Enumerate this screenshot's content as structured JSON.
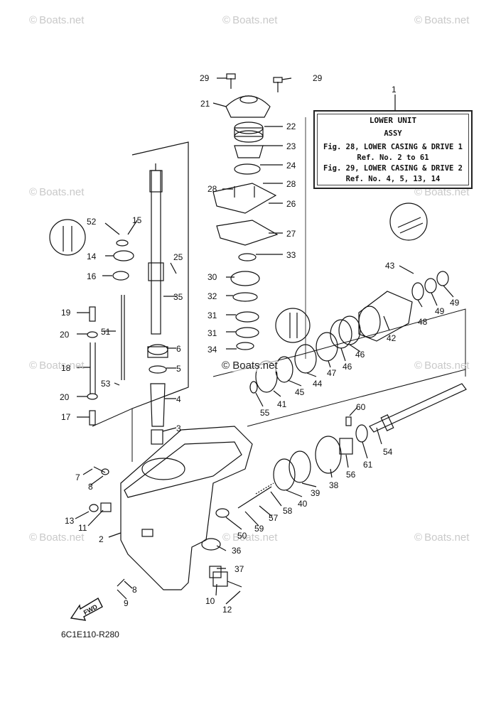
{
  "watermark": "Boats.net",
  "watermark_symbol": "©",
  "legend": {
    "part_number": "1",
    "title": "LOWER UNIT",
    "subtitle": "ASSY",
    "line1": "Fig. 28, LOWER CASING & DRIVE 1",
    "line2": "Ref. No. 2 to 61",
    "line3": "Fig. 29, LOWER CASING & DRIVE 2",
    "line4": "Ref. No. 4, 5, 13, 14"
  },
  "diagram_code": "6C1E110-R280",
  "fwd_label": "FWD",
  "callouts": [
    "29",
    "29",
    "21",
    "22",
    "23",
    "24",
    "28",
    "28",
    "26",
    "27",
    "33",
    "30",
    "32",
    "31",
    "31",
    "34",
    "52",
    "15",
    "14",
    "16",
    "25",
    "35",
    "19",
    "20",
    "51",
    "18",
    "53",
    "20",
    "17",
    "6",
    "5",
    "4",
    "3",
    "43",
    "48",
    "49",
    "49",
    "42",
    "46",
    "46",
    "47",
    "44",
    "45",
    "41",
    "55",
    "60",
    "54",
    "61",
    "56",
    "38",
    "39",
    "40",
    "58",
    "57",
    "59",
    "50",
    "36",
    "37",
    "7",
    "8",
    "13",
    "11",
    "2",
    "8",
    "9",
    "10",
    "12"
  ]
}
